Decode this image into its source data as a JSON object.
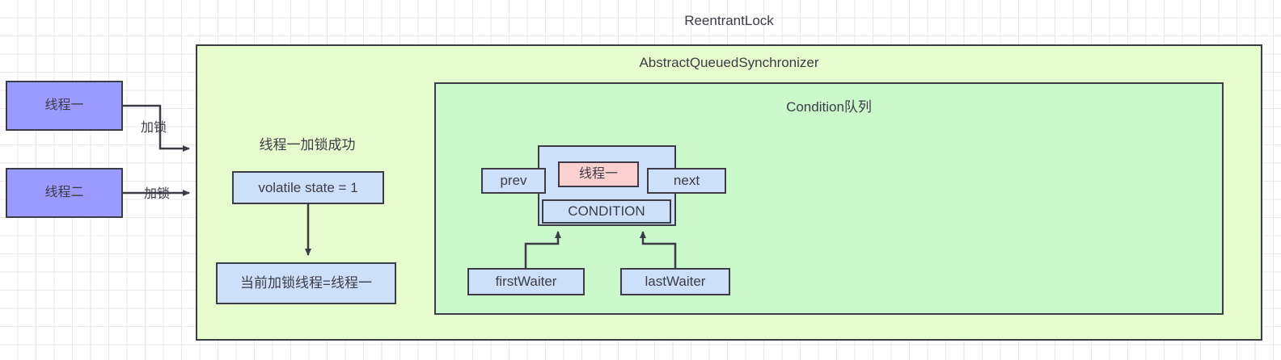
{
  "diagram": {
    "title": "ReentrantLock",
    "outer_container": {
      "label": "AbstractQueuedSynchronizer",
      "fill": "#e6fcce"
    },
    "condition_container": {
      "label": "Condition队列",
      "fill": "#ccf9cc"
    },
    "threads": [
      {
        "label": "线程一",
        "fill": "#9a9aff"
      },
      {
        "label": "线程二",
        "fill": "#9a9aff"
      }
    ],
    "edge_labels": {
      "lock_one": "加锁",
      "lock_two": "加锁"
    },
    "lock_success_note": "线程一加锁成功",
    "state_box": "volatile state = 1",
    "current_owner_box": "当前加锁线程=线程一",
    "node": {
      "prev": "prev",
      "next": "next",
      "thread": "线程一",
      "thread_fill": "#fad0d0",
      "condition_tag": "CONDITION",
      "fill": "#cce0fa"
    },
    "waiters": {
      "first": "firstWaiter",
      "last": "lastWaiter"
    },
    "colors": {
      "stroke": "#3c3c46",
      "blue_fill": "#cce0fa",
      "purple_fill": "#9a9aff",
      "pink_fill": "#fad0d0",
      "green_light": "#e6fcce",
      "green_mid": "#ccf9cc",
      "grid": "#e9e9e9"
    }
  }
}
